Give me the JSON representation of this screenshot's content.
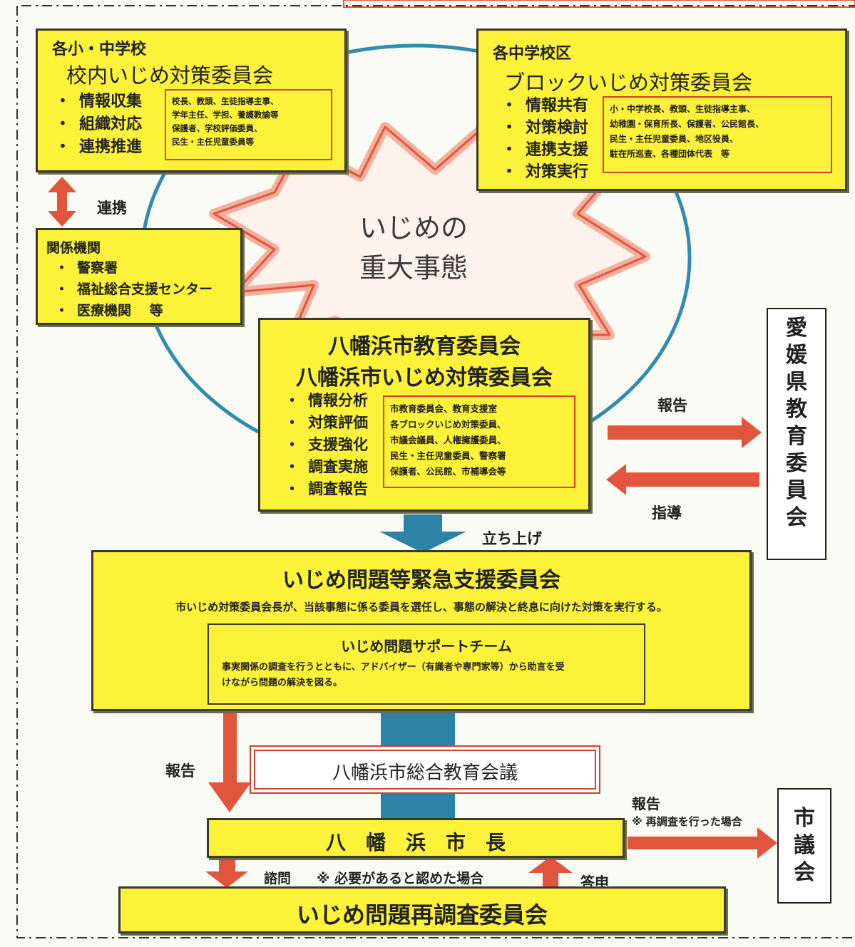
{
  "school": {
    "header": "各小・中学校",
    "title": "校内いじめ対策委員会",
    "items": [
      "情報収集",
      "組織対応",
      "連携推進"
    ],
    "members": "校長、教頭、生徒指導主事、\n学年主任、学担、養護教諭等\n保護者、学校評価委員、\n民生・主任児童委員等"
  },
  "block": {
    "header": "各中学校区",
    "title": "ブロックいじめ対策委員会",
    "items": [
      "情報共有",
      "対策検討",
      "連携支援",
      "対策実行"
    ],
    "members": "小・中学校長、教頭、生徒指導主事、\n幼稚園・保育所長、保護者、公民館長、\n民生・主任児童委員、地区役員、\n駐在所巡査、各種団体代表　等"
  },
  "renkei_label": "連携",
  "agencies": {
    "header": "関係機関",
    "items": [
      "警察署",
      "福祉総合支援センター",
      "医療機関　 等"
    ]
  },
  "crisis_text": [
    "いじめの",
    "重大事態"
  ],
  "city_board": {
    "title1": "八幡浜市教育委員会",
    "title2": "八幡浜市いじめ対策委員会",
    "items": [
      "情報分析",
      "対策評価",
      "支援強化",
      "調査実施",
      "調査報告"
    ],
    "members": "市教育委員会、教育支援室\n各ブロックいじめ対策委員、\n市議会議員、人権擁護委員、\n民生・主任児童委員、警察署\n保護者、公民館、市補導会等"
  },
  "pref_board": "愛媛県教育委員会",
  "report_label": "報告",
  "guidance_label": "指導",
  "launch_label": "立ち上げ",
  "emergency": {
    "title": "いじめ問題等緊急支援委員会",
    "desc": "市いじめ対策委員会長が、当該事態に係る委員を選任し、事態の解決と終息に向けた対策を実行する。",
    "team_title": "いじめ問題サポートチーム",
    "team_desc1": "事実関係の調査を行うとともに、アドバイザー（有識者や専門家等）から助言を受",
    "team_desc2": "けながら問題の解決を図る。"
  },
  "report_left_label": "報告",
  "general_council": "八幡浜市総合教育会議",
  "mayor": "八　幡　浜　市　長",
  "council_report_label": "報告",
  "council_report_note": "※ 再調査を行った場合",
  "city_council": "市議会",
  "consult_label": "諮問",
  "consult_note": "※ 必要があると認めた場合",
  "answer_label": "答申",
  "reinvestigation": "いじめ問題再調査委員会",
  "colors": {
    "yellow": "#fdf23a",
    "arrow_red": "#e2553d",
    "circle_blue": "#2f8cae",
    "pipe_blue": "#2c83a6"
  }
}
